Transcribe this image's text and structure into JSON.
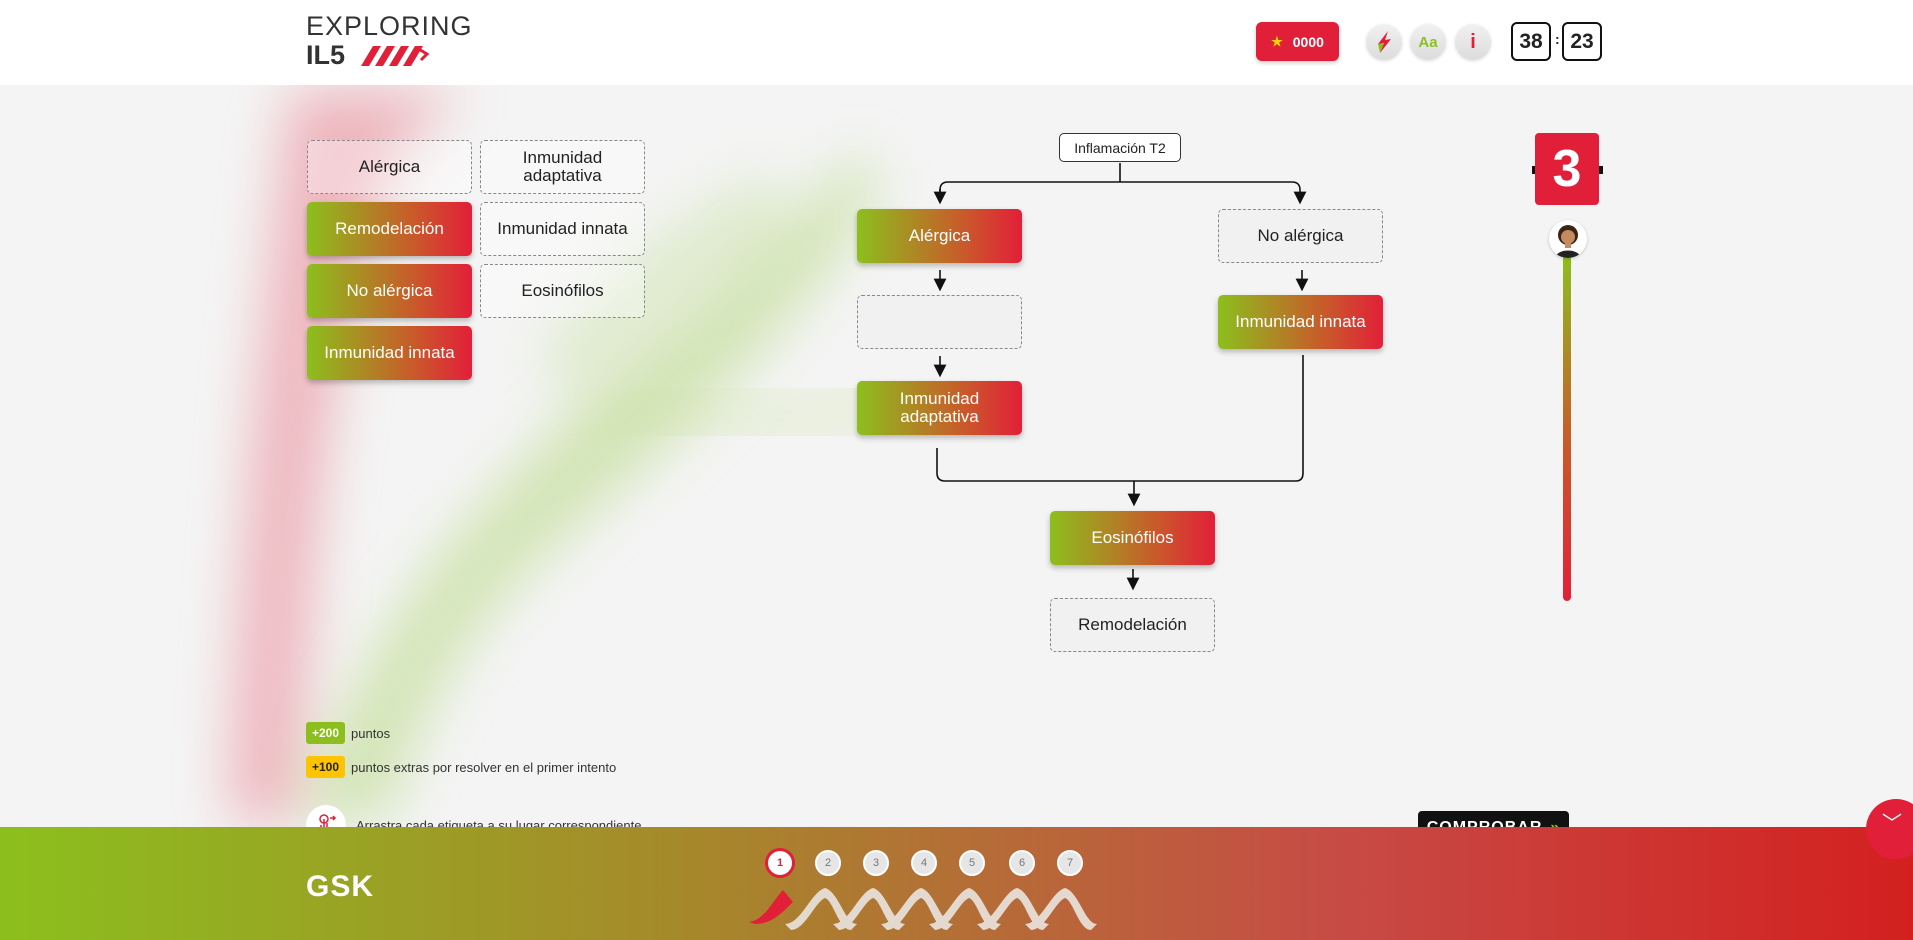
{
  "header": {
    "logo_line1": "EXPLORING",
    "logo_line2": "IL5",
    "score": "0000",
    "tools": {
      "font_label": "Aa",
      "info_label": "i"
    },
    "timer": {
      "minutes": "38",
      "seconds": "23",
      "separator": ":"
    }
  },
  "bank": {
    "items": [
      {
        "label": "Alérgica",
        "state": "empty"
      },
      {
        "label": "Inmunidad adaptativa",
        "state": "empty"
      },
      {
        "label": "Remodelación",
        "state": "filled"
      },
      {
        "label": "Inmunidad innata",
        "state": "empty"
      },
      {
        "label": "No alérgica",
        "state": "filled"
      },
      {
        "label": "Eosinófilos",
        "state": "empty"
      },
      {
        "label": "Inmunidad innata",
        "state": "filled"
      }
    ]
  },
  "diagram": {
    "root": "Inflamación T2",
    "left_branch": {
      "n1": "Alérgica",
      "n2": "",
      "n3": "Inmunidad adaptativa"
    },
    "right_branch": {
      "n1": "No alérgica",
      "n2": "Inmunidad innata"
    },
    "merge": "Eosinófilos",
    "final": "Remodelación"
  },
  "level": {
    "number": "3"
  },
  "scoring": {
    "base_badge": "+200",
    "base_text": "puntos",
    "bonus_badge": "+100",
    "bonus_text": "puntos extras por resolver en el primer intento"
  },
  "instructions": {
    "hint": "Arrastra cada etiqueta a su lugar correspondiente"
  },
  "actions": {
    "check_label": "COMPROBAR"
  },
  "footer": {
    "brand": "GSK",
    "steps": [
      "1",
      "2",
      "3",
      "4",
      "5",
      "6",
      "7"
    ],
    "current_step": 1
  },
  "colors": {
    "accent_red": "#e21f39",
    "accent_green": "#8cbf1d"
  }
}
